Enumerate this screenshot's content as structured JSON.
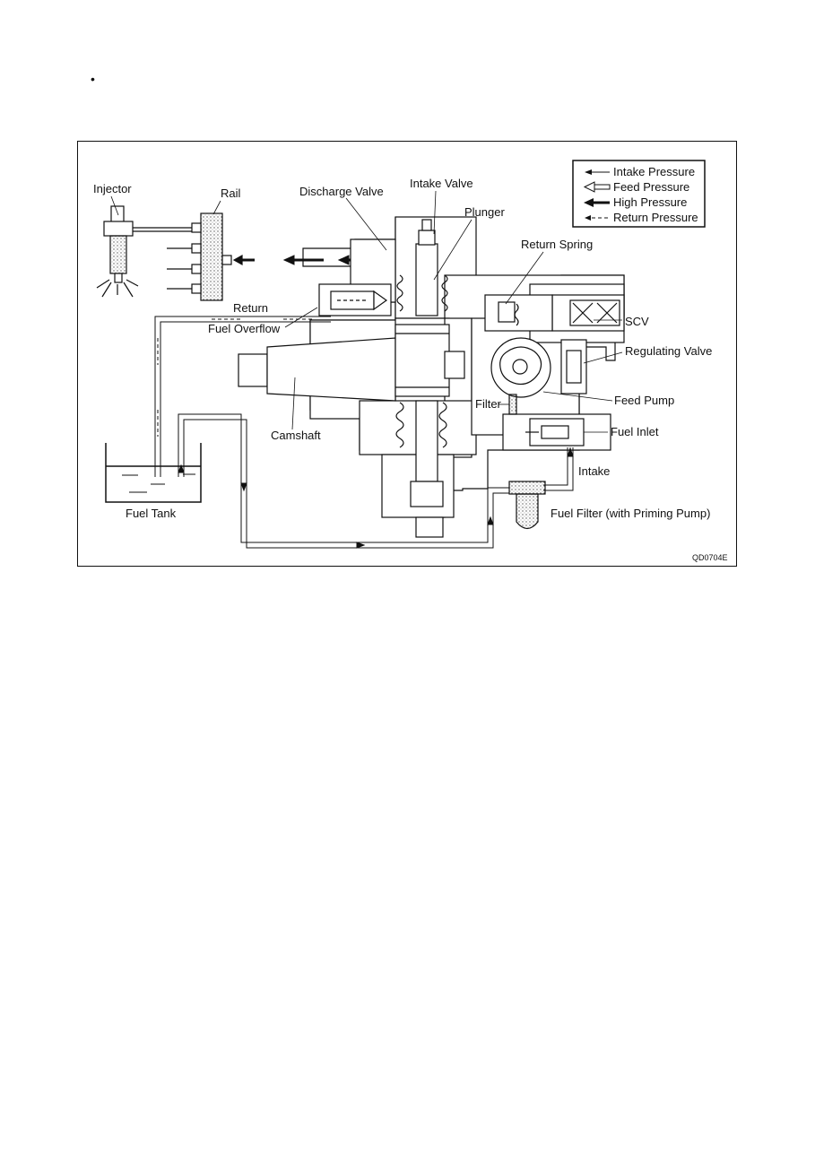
{
  "page": {
    "bullet": "•"
  },
  "legend": [
    {
      "label": "Intake Pressure",
      "style": "thin-arrow"
    },
    {
      "label": "Feed Pressure",
      "style": "hollow-arrow"
    },
    {
      "label": "High Pressure",
      "style": "thick-arrow"
    },
    {
      "label": "Return Pressure",
      "style": "dashed-arrow"
    }
  ],
  "labels": {
    "injector": "Injector",
    "rail": "Rail",
    "discharge_valve": "Discharge Valve",
    "intake_valve": "Intake Valve",
    "plunger": "Plunger",
    "return_spring": "Return Spring",
    "return": "Return",
    "fuel_overflow": "Fuel Overflow",
    "scv": "SCV",
    "regulating_valve": "Regulating Valve",
    "filter": "Filter",
    "feed_pump": "Feed Pump",
    "camshaft": "Camshaft",
    "fuel_inlet": "Fuel Inlet",
    "intake": "Intake",
    "fuel_tank": "Fuel Tank",
    "fuel_filter": "Fuel Filter (with Priming Pump)"
  },
  "figure_code": "QD0704E",
  "colors": {
    "line": "#111111",
    "fill_dots": "#555555"
  }
}
